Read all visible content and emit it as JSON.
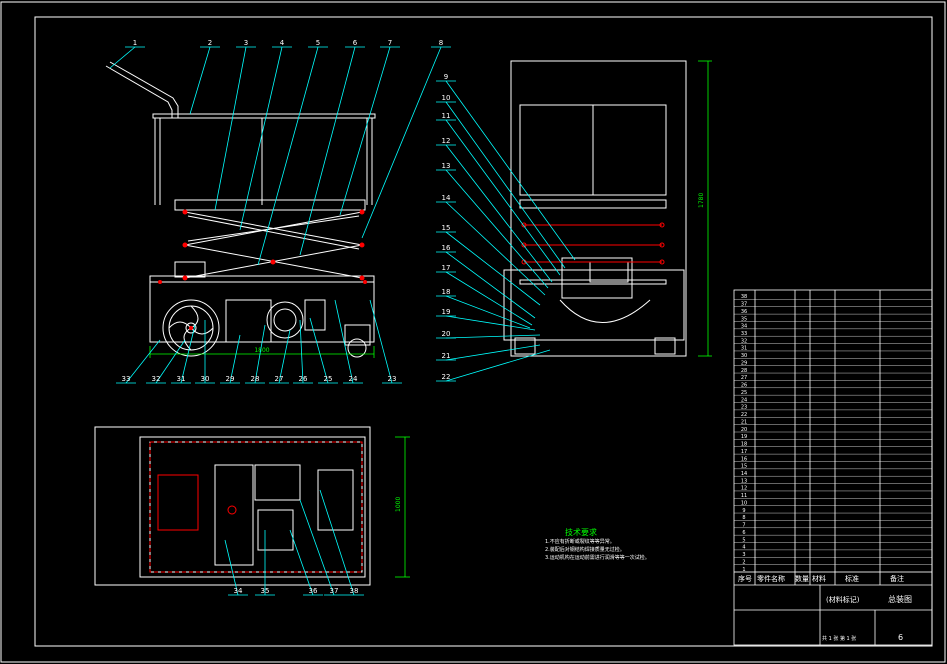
{
  "colors": {
    "background": "#000000",
    "frame": "#ffffff",
    "leader": "#00ffff",
    "dimension": "#00ff00",
    "hidden": "#ff0000",
    "part": "#ffffff"
  },
  "balloons_top": [
    "1",
    "2",
    "3",
    "4",
    "5",
    "6",
    "7",
    "8"
  ],
  "balloons_right": [
    "9",
    "10",
    "11",
    "12",
    "13",
    "14",
    "15",
    "16",
    "17",
    "18",
    "19",
    "20",
    "21",
    "22"
  ],
  "balloons_bottom_front": [
    "33",
    "32",
    "31",
    "30",
    "29",
    "28",
    "27",
    "26",
    "25",
    "24",
    "23"
  ],
  "balloons_bottom_plan": [
    "34",
    "35",
    "36",
    "37",
    "38"
  ],
  "dimensions": {
    "front_width": "1800",
    "side_height": "1780",
    "plan_width": "1000"
  },
  "technical_notes": {
    "title": "技术要求",
    "lines": [
      "1.不应有折断或裂纹等等异常。",
      "2.装配后对钢结构焊接质量无过检。",
      "3.运动机构在运动前需进行润滑等等一次试检。"
    ]
  },
  "title_block": {
    "headers": [
      "序号",
      "零件名称",
      "数量",
      "材料",
      "标准",
      "备注"
    ],
    "material_mark": "(材料标记)",
    "drawing_name": "总装图",
    "sheet_number": "6",
    "sheet_info": "共 1 张  第 1 张",
    "row_numbers": [
      "38",
      "37",
      "36",
      "35",
      "34",
      "33",
      "32",
      "31",
      "30",
      "29",
      "28",
      "27",
      "26",
      "25",
      "24",
      "23",
      "22",
      "21",
      "20",
      "19",
      "18",
      "17",
      "16",
      "15",
      "14",
      "13",
      "12",
      "11",
      "10",
      "9",
      "8",
      "7",
      "6",
      "5",
      "4",
      "3",
      "2",
      "1"
    ]
  }
}
